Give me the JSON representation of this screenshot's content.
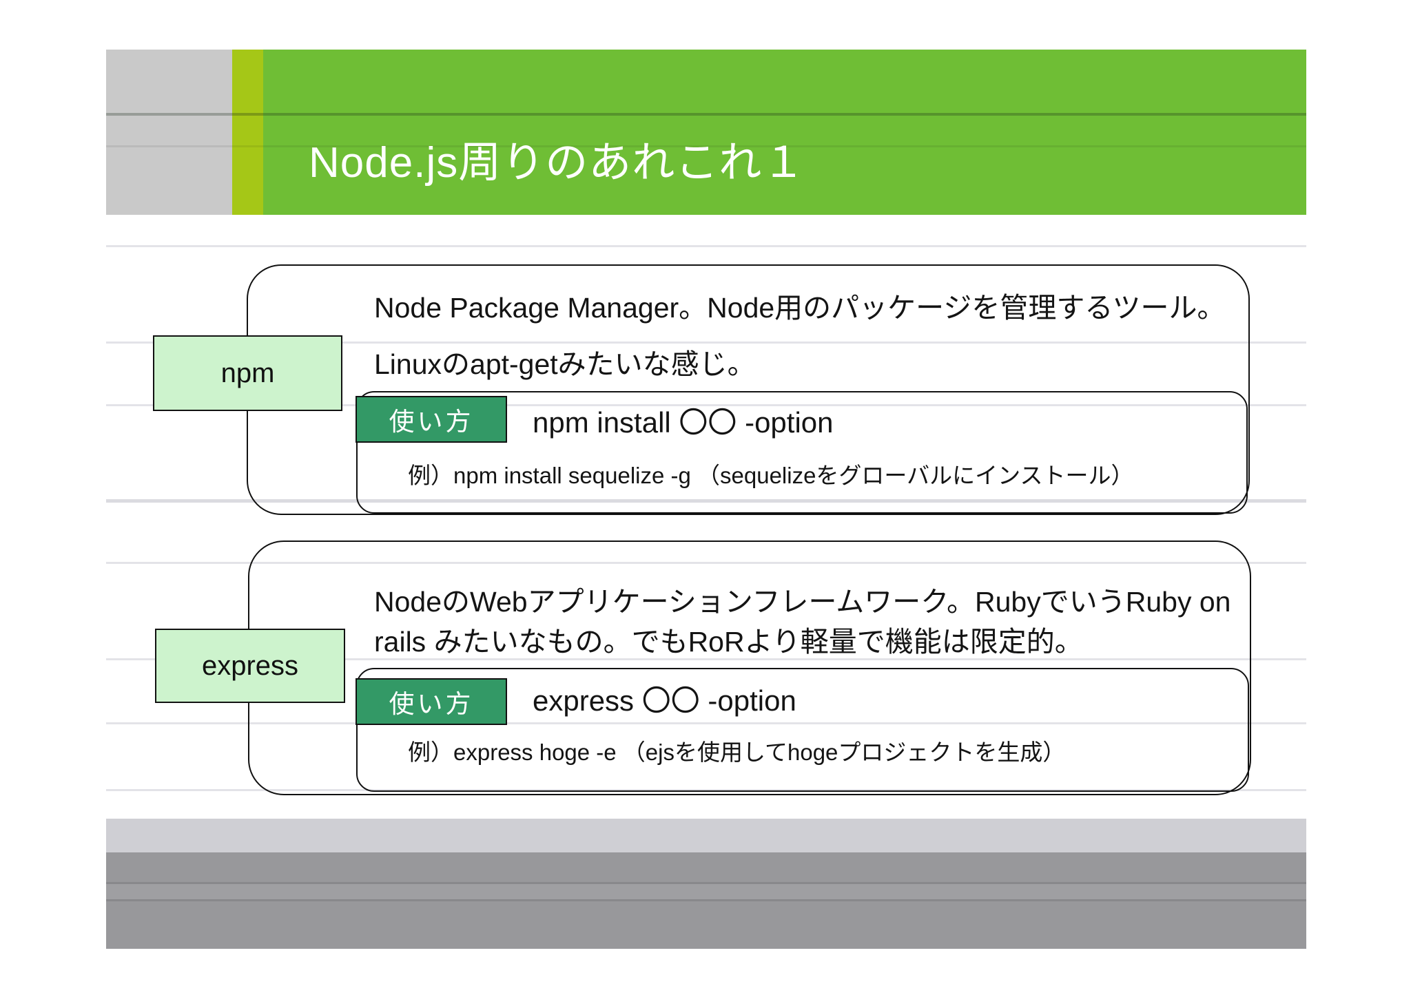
{
  "slide": {
    "title": "Node.js周りのあれこれ１",
    "colors": {
      "header_green": "#6fbe35",
      "header_accent_stripe": "#a5c717",
      "header_gray_block": "#c9c9c9",
      "term_label_fill": "#cdf3cd",
      "usage_badge_fill": "#339966",
      "footer_band_light": "#cfcfd4",
      "footer_band_dark": "#98989b",
      "box_border": "#111111"
    },
    "sections": [
      {
        "label": "npm",
        "description_line1": "Node Package Manager。Node用のパッケージを管理するツール。",
        "description_line2": "Linuxのapt-getみたいな感じ。",
        "usage_label": "使い方",
        "command": "npm install 〇〇 -option",
        "example": "例）npm install sequelize -g （sequelizeをグローバルにインストール）"
      },
      {
        "label": "express",
        "description_line1": "NodeのWebアプリケーションフレームワーク。RubyでいうRuby on",
        "description_line2": "rails みたいなもの。でもRoRより軽量で機能は限定的。",
        "usage_label": "使い方",
        "command": "express 〇〇  -option",
        "example": "例）express hoge -e （ejsを使用してhogeプロジェクトを生成）"
      }
    ]
  }
}
